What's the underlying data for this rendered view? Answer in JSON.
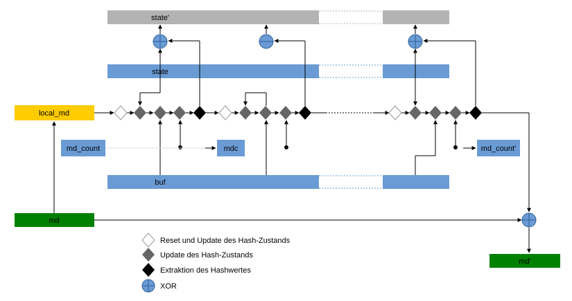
{
  "boxes": {
    "state_prime": "state'",
    "state": "state",
    "local_md": "local_md",
    "md_count": "md_count",
    "mdc": "mdc",
    "md_count_prime": "md_count'",
    "buf": "buf",
    "md": "md",
    "md_prime": "md'"
  },
  "legend": {
    "reset_update": "Reset und Update des Hash-Zustands",
    "update": "Update des Hash-Zustands",
    "extract": "Extraktion des Hashwertes",
    "xor": "XOR"
  },
  "colors": {
    "blue": "#6a9bd4",
    "gray": "#b3b3b3",
    "yellow": "#ffcc00",
    "green": "#008000",
    "diamond_gray": "#666666",
    "diamond_black": "#000000"
  }
}
